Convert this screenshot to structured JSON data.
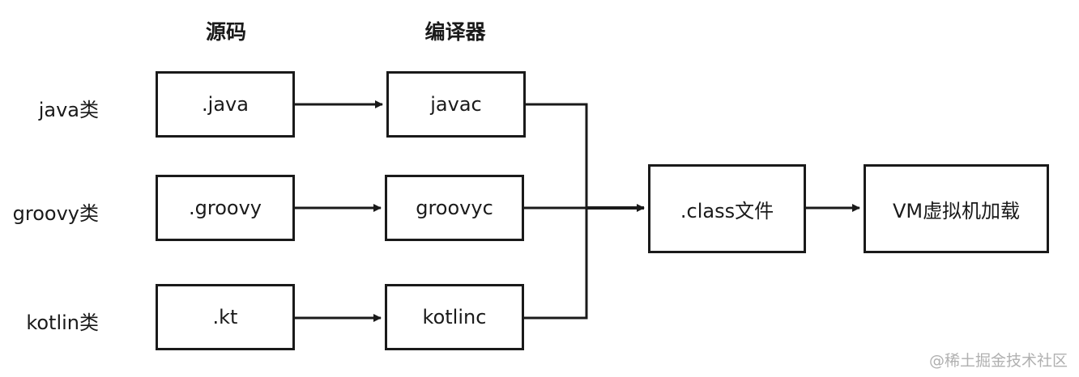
{
  "headers": {
    "source": "源码",
    "compiler": "编译器"
  },
  "rows": [
    {
      "label": "java类",
      "source": ".java",
      "compiler": "javac"
    },
    {
      "label": "groovy类",
      "source": ".groovy",
      "compiler": "groovyc"
    },
    {
      "label": "kotlin类",
      "source": ".kt",
      "compiler": "kotlinc"
    }
  ],
  "output": {
    "class_file": ".class文件",
    "vm": "VM虚拟机加载"
  },
  "watermark": "@稀土掘金技术社区"
}
